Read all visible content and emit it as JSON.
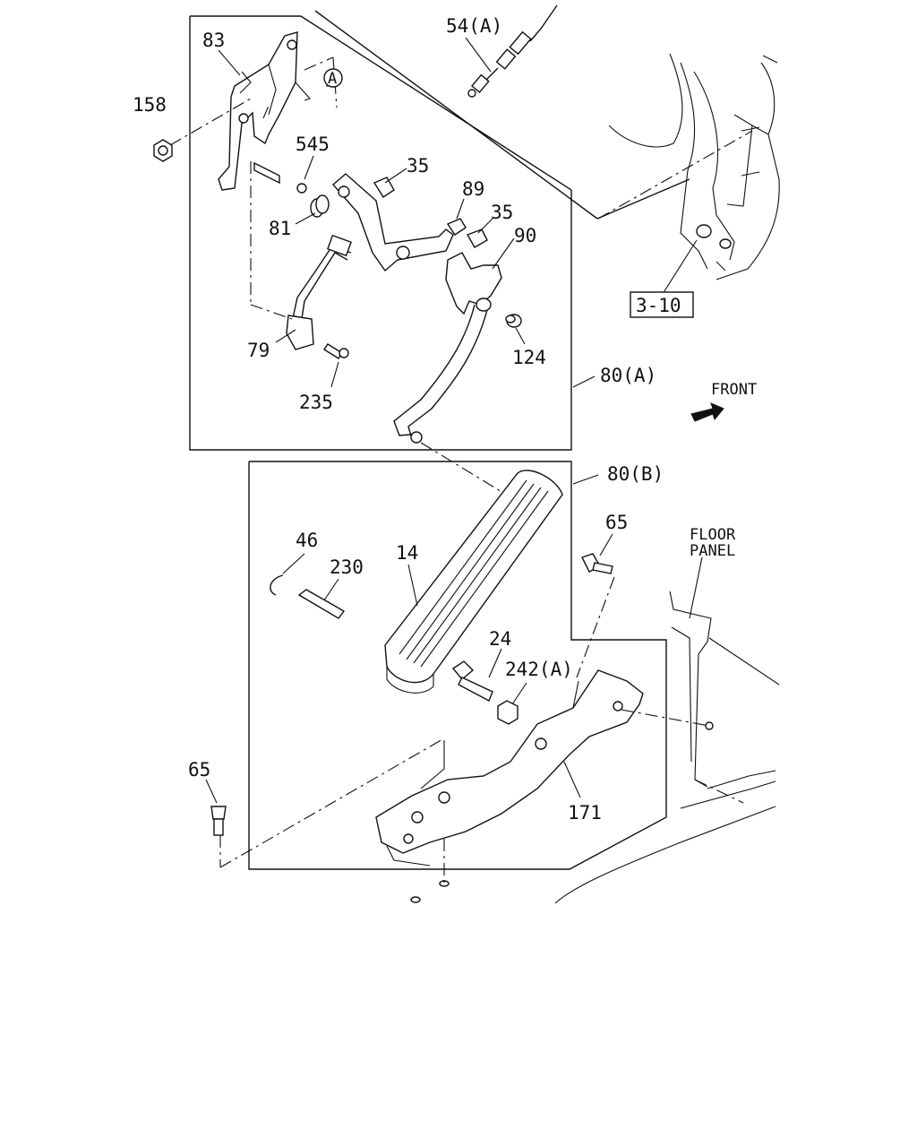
{
  "callouts": {
    "c83": "83",
    "c158": "158",
    "c54a": "54(A)",
    "ref_a": "A",
    "c545": "545",
    "c35a": "35",
    "c89": "89",
    "c81": "81",
    "c35b": "35",
    "c90": "90",
    "c79": "79",
    "c124": "124",
    "c235": "235",
    "c80a": "80(A)",
    "c310": "3-10",
    "front": "FRONT",
    "c80b": "80(B)",
    "c65a": "65",
    "floor1": "FLOOR",
    "floor2": "PANEL",
    "c46": "46",
    "c230": "230",
    "c14": "14",
    "c24": "24",
    "c242a": "242(A)",
    "c65b": "65",
    "c171": "171"
  },
  "icons": {
    "front_arrow": "front-arrow-icon"
  }
}
